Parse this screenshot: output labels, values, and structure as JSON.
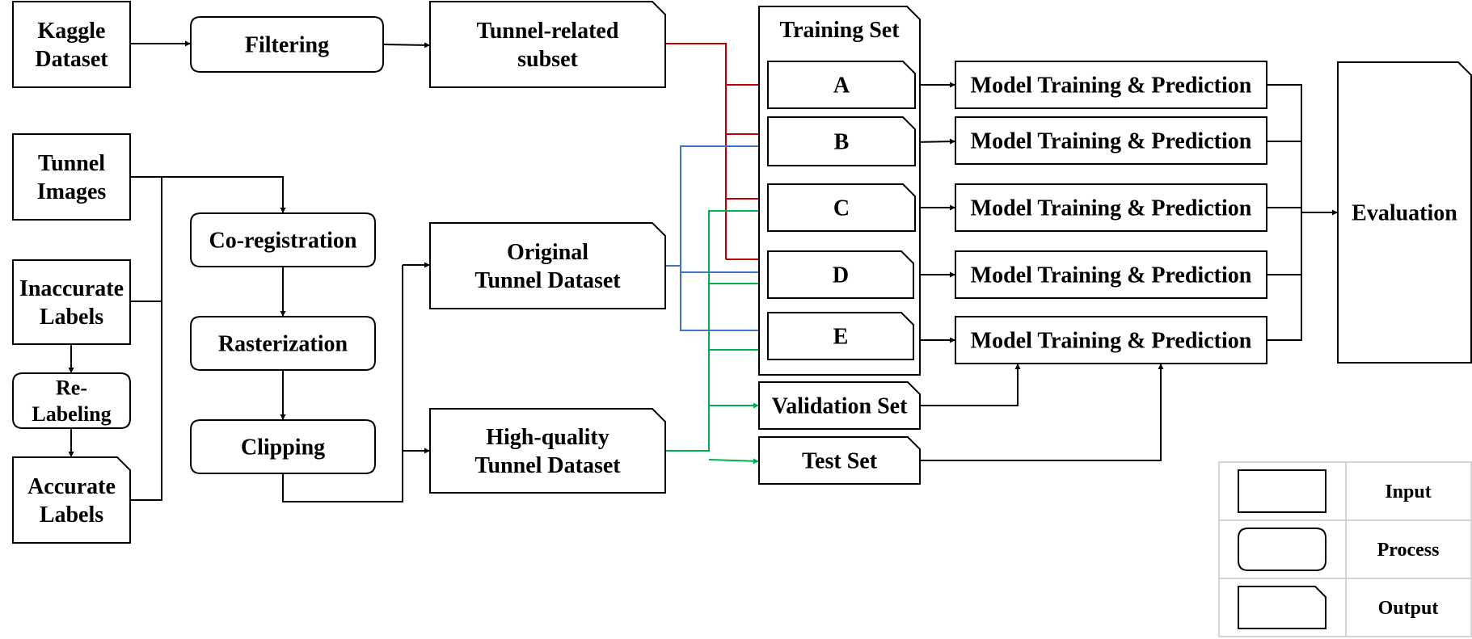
{
  "nodes": {
    "kaggle_dataset": [
      "Kaggle",
      "Dataset"
    ],
    "filtering": [
      "Filtering"
    ],
    "tunnel_related_subset": [
      "Tunnel-related",
      "subset"
    ],
    "tunnel_images": [
      "Tunnel",
      "Images"
    ],
    "inaccurate_labels": [
      "Inaccurate",
      "Labels"
    ],
    "re_labeling": [
      "Re-",
      "Labeling"
    ],
    "accurate_labels": [
      "Accurate",
      "Labels"
    ],
    "co_registration": [
      "Co-registration"
    ],
    "rasterization": [
      "Rasterization"
    ],
    "clipping": [
      "Clipping"
    ],
    "original_tunnel_dataset": [
      "Original",
      "Tunnel Dataset"
    ],
    "high_quality_tunnel_dataset": [
      "High-quality",
      "Tunnel Dataset"
    ],
    "training_set": [
      "Training Set"
    ],
    "set_a": [
      "A"
    ],
    "set_b": [
      "B"
    ],
    "set_c": [
      "C"
    ],
    "set_d": [
      "D"
    ],
    "set_e": [
      "E"
    ],
    "validation_set": [
      "Validation Set"
    ],
    "test_set": [
      "Test Set"
    ],
    "model_a": [
      "Model Training & Prediction"
    ],
    "model_b": [
      "Model Training & Prediction"
    ],
    "model_c": [
      "Model Training & Prediction"
    ],
    "model_d": [
      "Model Training & Prediction"
    ],
    "model_e": [
      "Model Training & Prediction"
    ],
    "evaluation": [
      "Evaluation"
    ]
  },
  "legend": {
    "input": "Input",
    "process": "Process",
    "output": "Output"
  },
  "colors": {
    "black": "#000000",
    "red": "#c00000",
    "blue": "#4472c4",
    "green": "#00b050",
    "legend_border": "#c8c8c8"
  }
}
